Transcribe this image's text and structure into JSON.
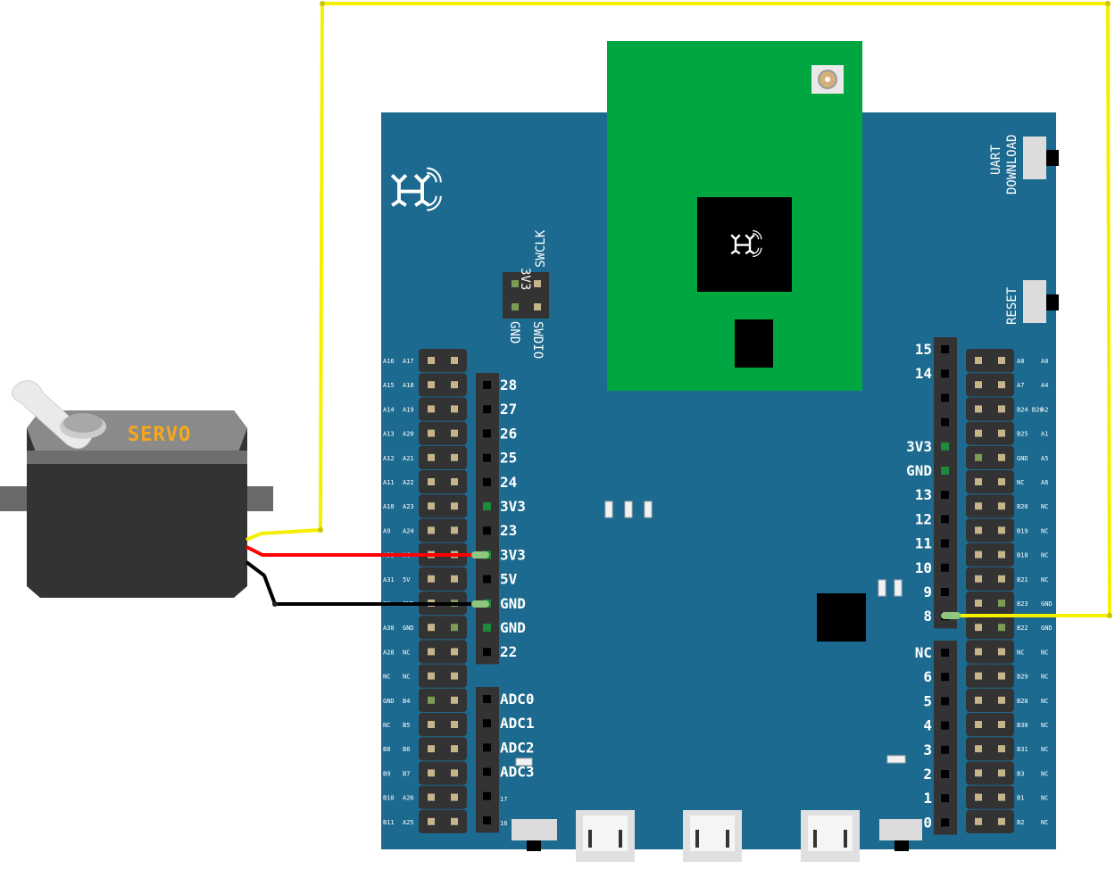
{
  "servo": {
    "label": "SERVO"
  },
  "board": {
    "swd_header": {
      "top_labels": [
        "3V3",
        "SWCLK"
      ],
      "bottom_labels": [
        "GND",
        "SWDIO"
      ]
    },
    "buttons": {
      "uart": [
        "UART",
        "DOWNLOAD"
      ],
      "reset": "RESET"
    },
    "left_inner_labels": [
      "28",
      "27",
      "26",
      "25",
      "24",
      "3V3",
      "23",
      "3V3",
      "5V",
      "GND",
      "GND",
      "22"
    ],
    "left_adc_labels": [
      "ADC0",
      "ADC1",
      "ADC2",
      "ADC3",
      "17",
      "16"
    ],
    "left_outer_labels": [
      [
        "A16",
        "A17"
      ],
      [
        "A15",
        "A18"
      ],
      [
        "A14",
        "A19"
      ],
      [
        "A13",
        "A20"
      ],
      [
        "A12",
        "A21"
      ],
      [
        "A11",
        "A22"
      ],
      [
        "A10",
        "A23"
      ],
      [
        "A9",
        "A24"
      ],
      [
        "A32",
        "NC"
      ],
      [
        "A31",
        "5V"
      ],
      [
        "B0",
        "GND"
      ],
      [
        "A30",
        "GND"
      ],
      [
        "A28",
        "NC"
      ],
      [
        "NC",
        "NC"
      ],
      [
        "GND",
        "B4"
      ],
      [
        "NC",
        "B5"
      ],
      [
        "B8",
        "B6"
      ],
      [
        "B9",
        "B7"
      ],
      [
        "B10",
        "A26"
      ],
      [
        "B11",
        "A25"
      ]
    ],
    "right_inner_labels_top": [
      "15",
      "14",
      "",
      "",
      "3V3",
      "GND",
      "13",
      "12",
      "11",
      "10",
      "9",
      "8"
    ],
    "right_inner_labels_bottom": [
      "NC",
      "6",
      "5",
      "4",
      "3",
      "2",
      "1",
      "0"
    ],
    "right_outer_labels": [
      [
        "A8",
        "A0"
      ],
      [
        "A7",
        "A4"
      ],
      [
        "B24 B26",
        "A2"
      ],
      [
        "B25",
        "A1"
      ],
      [
        "GND",
        "A5"
      ],
      [
        "NC",
        "A6"
      ],
      [
        "B20",
        "NC"
      ],
      [
        "B19",
        "NC"
      ],
      [
        "B18",
        "NC"
      ],
      [
        "B21",
        "NC"
      ],
      [
        "B23",
        "GND"
      ],
      [
        "B22",
        "GND"
      ],
      [
        "NC",
        "NC"
      ],
      [
        "B29",
        "NC"
      ],
      [
        "B28",
        "NC"
      ],
      [
        "B30",
        "NC"
      ],
      [
        "B31",
        "NC"
      ],
      [
        "B3",
        "NC"
      ],
      [
        "B1",
        "NC"
      ],
      [
        "B2",
        "NC"
      ]
    ]
  },
  "colors": {
    "board": "#1c6a8f",
    "module": "#00a63f",
    "wire_signal": "#f5f000",
    "wire_power": "#ff0000",
    "wire_ground": "#000000",
    "servo_label": "#f7a81b"
  }
}
